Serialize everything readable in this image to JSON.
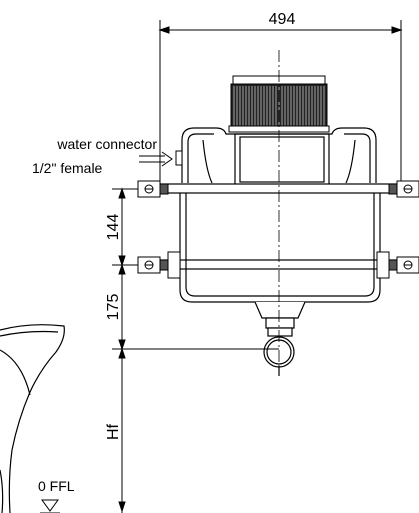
{
  "dimensions": {
    "width": "494",
    "height_top": "144",
    "height_mid": "175",
    "height_floor": "Hf"
  },
  "labels": {
    "water_connector_line1": "water connector",
    "water_connector_line2": "1/2\" female",
    "floor_level": "0 FFL"
  },
  "colors": {
    "line": "#000000",
    "background": "#ffffff"
  }
}
